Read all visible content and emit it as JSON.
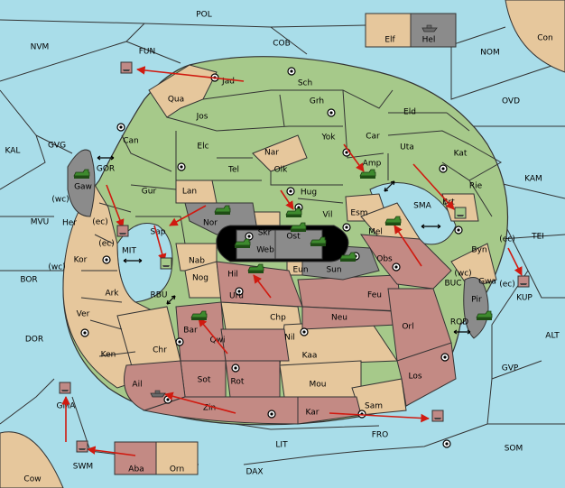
{
  "colors": {
    "sea": "#a9dde9",
    "neutral": "#e6c79c",
    "green_power": "#a6c98a",
    "red_power": "#c38a84",
    "gray_power": "#8b8b8b",
    "border": "#333333",
    "order_arrow": "#d01a10"
  },
  "sea_regions": [
    {
      "name": "POL",
      "owner": "sea"
    },
    {
      "name": "NVM",
      "owner": "sea"
    },
    {
      "name": "FUN",
      "owner": "sea"
    },
    {
      "name": "COB",
      "owner": "sea"
    },
    {
      "name": "NOM",
      "owner": "sea"
    },
    {
      "name": "OVD",
      "owner": "sea"
    },
    {
      "name": "KAL",
      "owner": "sea"
    },
    {
      "name": "GVG",
      "owner": "sea"
    },
    {
      "name": "KAM",
      "owner": "sea"
    },
    {
      "name": "TEI",
      "owner": "sea"
    },
    {
      "name": "MVU",
      "owner": "sea"
    },
    {
      "name": "BOR",
      "owner": "sea"
    },
    {
      "name": "DOR",
      "owner": "sea"
    },
    {
      "name": "ALT",
      "owner": "sea"
    },
    {
      "name": "GVP",
      "owner": "sea"
    },
    {
      "name": "SOM",
      "owner": "sea"
    },
    {
      "name": "LIT",
      "owner": "sea"
    },
    {
      "name": "DAX",
      "owner": "sea"
    },
    {
      "name": "FRO",
      "owner": "sea"
    },
    {
      "name": "GOR",
      "owner": "sea"
    },
    {
      "name": "MIT",
      "owner": "sea"
    },
    {
      "name": "RBU",
      "owner": "sea"
    },
    {
      "name": "SMA",
      "owner": "sea"
    },
    {
      "name": "BUC",
      "owner": "sea"
    },
    {
      "name": "ROD",
      "owner": "sea"
    }
  ],
  "land_regions": [
    {
      "name": "Jad",
      "owner": "neutral"
    },
    {
      "name": "Sch",
      "owner": "green"
    },
    {
      "name": "Qua",
      "owner": "neutral"
    },
    {
      "name": "Jos",
      "owner": "green"
    },
    {
      "name": "Grh",
      "owner": "green"
    },
    {
      "name": "Eld",
      "owner": "green"
    },
    {
      "name": "Can",
      "owner": "green"
    },
    {
      "name": "Yok",
      "owner": "green"
    },
    {
      "name": "Car",
      "owner": "green"
    },
    {
      "name": "Uta",
      "owner": "green"
    },
    {
      "name": "Elc",
      "owner": "green"
    },
    {
      "name": "Nar",
      "owner": "neutral"
    },
    {
      "name": "Kat",
      "owner": "green"
    },
    {
      "name": "Tel",
      "owner": "green"
    },
    {
      "name": "Olk",
      "owner": "green"
    },
    {
      "name": "Amp",
      "owner": "green"
    },
    {
      "name": "Gur",
      "owner": "green"
    },
    {
      "name": "Lan",
      "owner": "neutral"
    },
    {
      "name": "Hug",
      "owner": "green"
    },
    {
      "name": "Rie",
      "owner": "green"
    },
    {
      "name": "Brt",
      "owner": "neutral"
    },
    {
      "name": "Gaw",
      "owner": "gray"
    },
    {
      "name": "Her",
      "owner": "neutral"
    },
    {
      "name": "Nor",
      "owner": "gray"
    },
    {
      "name": "Vil",
      "owner": "green"
    },
    {
      "name": "Esm",
      "owner": "neutral"
    },
    {
      "name": "Sap",
      "owner": "green"
    },
    {
      "name": "Skr",
      "owner": "neutral"
    },
    {
      "name": "Ost",
      "owner": "gray"
    },
    {
      "name": "Web",
      "owner": "gray"
    },
    {
      "name": "Mel",
      "owner": "neutral"
    },
    {
      "name": "Byn",
      "owner": "green"
    },
    {
      "name": "Kor",
      "owner": "neutral"
    },
    {
      "name": "Nab",
      "owner": "neutral"
    },
    {
      "name": "Eun",
      "owner": "neutral"
    },
    {
      "name": "Sun",
      "owner": "gray"
    },
    {
      "name": "Obs",
      "owner": "red"
    },
    {
      "name": "Hil",
      "owner": "red"
    },
    {
      "name": "Nog",
      "owner": "neutral"
    },
    {
      "name": "Gwa",
      "owner": "neutral"
    },
    {
      "name": "Ark",
      "owner": "neutral"
    },
    {
      "name": "Uru",
      "owner": "red"
    },
    {
      "name": "Feu",
      "owner": "red"
    },
    {
      "name": "Pir",
      "owner": "gray"
    },
    {
      "name": "Ver",
      "owner": "neutral"
    },
    {
      "name": "Chp",
      "owner": "neutral"
    },
    {
      "name": "Neu",
      "owner": "red"
    },
    {
      "name": "Orl",
      "owner": "red"
    },
    {
      "name": "Bar",
      "owner": "red"
    },
    {
      "name": "Qwi",
      "owner": "neutral"
    },
    {
      "name": "Nil",
      "owner": "red"
    },
    {
      "name": "Ken",
      "owner": "neutral"
    },
    {
      "name": "Chr",
      "owner": "neutral"
    },
    {
      "name": "Kaa",
      "owner": "neutral"
    },
    {
      "name": "Los",
      "owner": "red"
    },
    {
      "name": "Ail",
      "owner": "red"
    },
    {
      "name": "Sot",
      "owner": "red"
    },
    {
      "name": "Rot",
      "owner": "red"
    },
    {
      "name": "Mou",
      "owner": "neutral"
    },
    {
      "name": "Zin",
      "owner": "red"
    },
    {
      "name": "Kar",
      "owner": "red"
    },
    {
      "name": "Sam",
      "owner": "neutral"
    },
    {
      "name": "Elf",
      "owner": "neutral"
    },
    {
      "name": "Hel",
      "owner": "gray"
    },
    {
      "name": "Con",
      "owner": "neutral"
    },
    {
      "name": "Cow",
      "owner": "neutral"
    },
    {
      "name": "Aba",
      "owner": "red"
    },
    {
      "name": "Orn",
      "owner": "neutral"
    },
    {
      "name": "KUP",
      "owner": "neutral"
    },
    {
      "name": "GMA",
      "owner": "neutral"
    },
    {
      "name": "SWM",
      "owner": "sea"
    }
  ],
  "coast_tags": [
    {
      "name": "wc",
      "at": "Her"
    },
    {
      "name": "ec",
      "at": "Her"
    },
    {
      "name": "ec",
      "at": "Kor"
    },
    {
      "name": "wc",
      "at": "Kor"
    },
    {
      "name": "wc",
      "at": "Gwa"
    },
    {
      "name": "ec",
      "at": "Gwa"
    },
    {
      "name": "ec",
      "at": "Byn"
    }
  ],
  "army_units": [
    {
      "power": "green",
      "location": "Gaw"
    },
    {
      "power": "green",
      "location": "Amp"
    },
    {
      "power": "green",
      "location": "Vil"
    },
    {
      "power": "green",
      "location": "Nor"
    },
    {
      "power": "green",
      "location": "Brt"
    },
    {
      "power": "green",
      "location": "Mel"
    },
    {
      "power": "green",
      "location": "Ost"
    },
    {
      "power": "green",
      "location": "Web"
    },
    {
      "power": "green",
      "location": "Sun"
    },
    {
      "power": "green",
      "location": "Hil"
    },
    {
      "power": "green",
      "location": "Pir"
    },
    {
      "power": "green",
      "location": "Bar"
    }
  ],
  "fleet_units": [
    {
      "power": "green",
      "location": "Hel"
    },
    {
      "power": "green",
      "location": "Ail"
    },
    {
      "power": "red",
      "location": "FUN"
    },
    {
      "power": "red",
      "location": "MIT"
    },
    {
      "power": "red",
      "location": "Sap"
    },
    {
      "power": "red",
      "location": "KUP"
    },
    {
      "power": "red",
      "location": "FRO"
    },
    {
      "power": "red",
      "location": "GMA"
    },
    {
      "power": "red",
      "location": "SWM"
    }
  ]
}
